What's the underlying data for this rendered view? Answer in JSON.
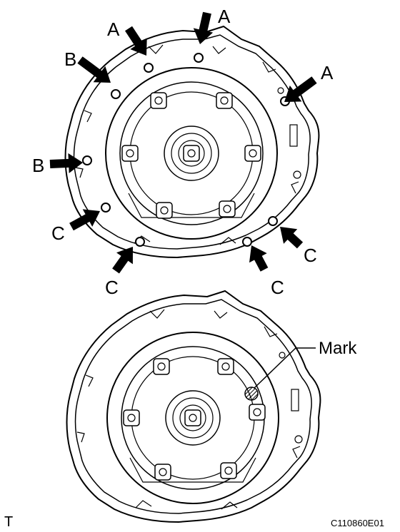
{
  "labels": {
    "a": "A",
    "b": "B",
    "c": "C",
    "mark": "Mark",
    "corner_code": "T",
    "figure_id": "C110860E01"
  },
  "colors": {
    "line": "#000000",
    "background": "#ffffff",
    "hatch": "#000000"
  },
  "icons": {
    "arrow": "bolt-pointer-arrow-icon",
    "bolt": "bolt-hole-icon",
    "mark": "paint-mark-icon"
  }
}
